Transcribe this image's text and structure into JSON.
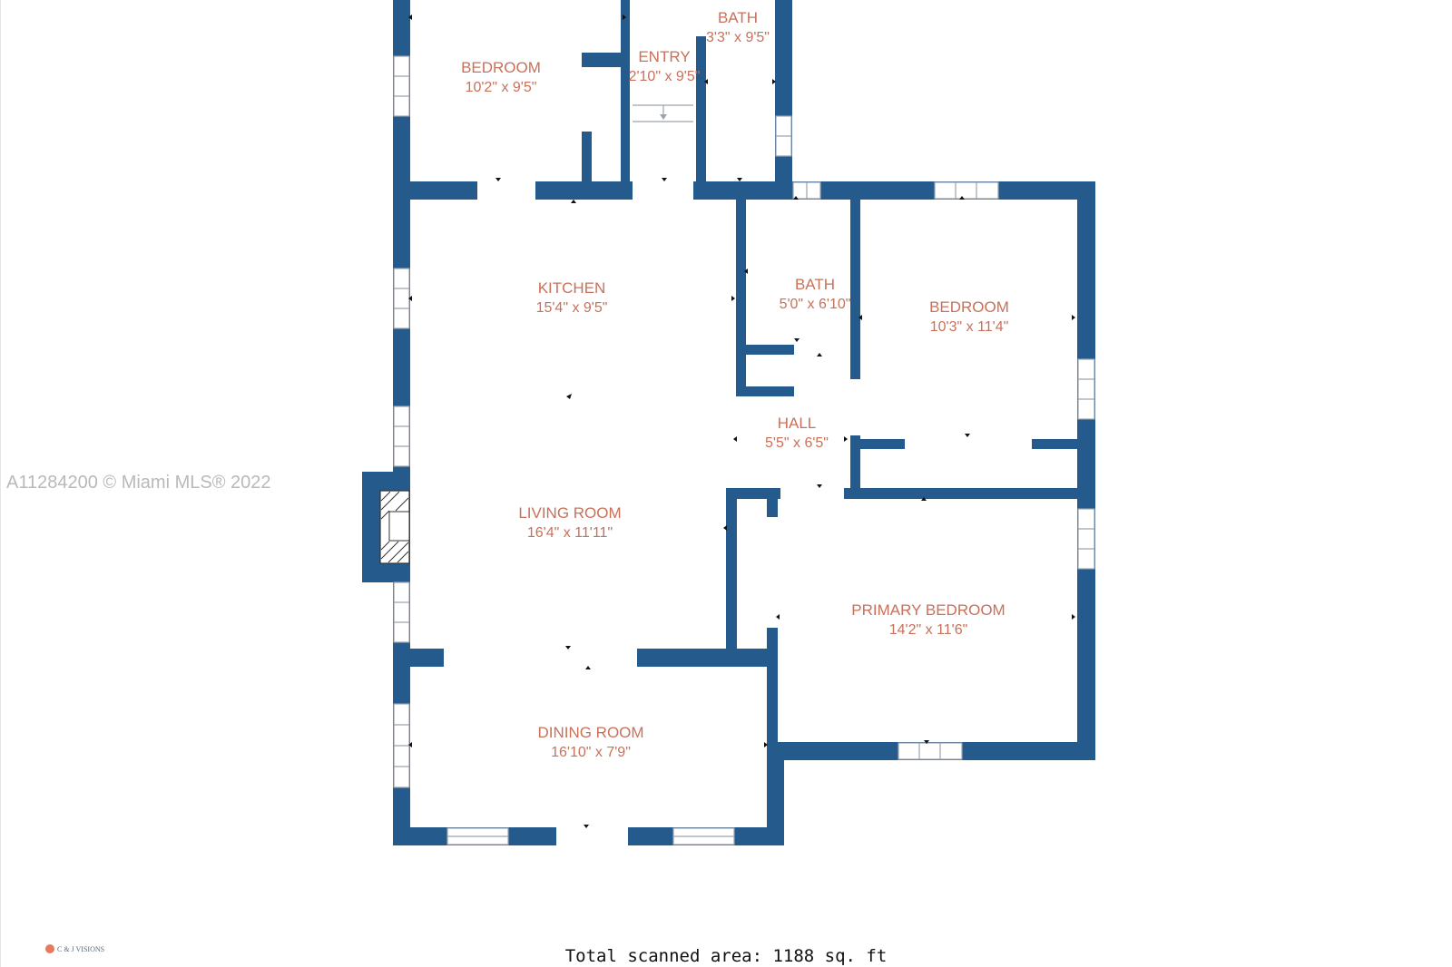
{
  "watermark": "A11284200 © Miami MLS® 2022",
  "total_area": "Total scanned area: 1188 sq. ft",
  "brand_logo": "C & J VISIONS",
  "colors": {
    "wall": "#255a8c",
    "label": "#c8715a",
    "watermark": "#b9b9b9"
  },
  "rooms": {
    "bedroom_top": {
      "name": "BEDROOM",
      "dim": "10'2\" x 9'5\""
    },
    "entry": {
      "name": "ENTRY",
      "dim": "2'10\" x 9'5\""
    },
    "bath_top": {
      "name": "BATH",
      "dim": "3'3\" x 9'5\""
    },
    "kitchen": {
      "name": "KITCHEN",
      "dim": "15'4\" x 9'5\""
    },
    "bath_mid": {
      "name": "BATH",
      "dim": "5'0\" x 6'10\""
    },
    "bedroom_right": {
      "name": "BEDROOM",
      "dim": "10'3\" x 11'4\""
    },
    "hall": {
      "name": "HALL",
      "dim": "5'5\" x 6'5\""
    },
    "living_room": {
      "name": "LIVING ROOM",
      "dim": "16'4\" x 11'11\""
    },
    "primary_bedroom": {
      "name": "PRIMARY BEDROOM",
      "dim": "14'2\" x 11'6\""
    },
    "dining_room": {
      "name": "DINING ROOM",
      "dim": "16'10\" x 7'9\""
    }
  }
}
